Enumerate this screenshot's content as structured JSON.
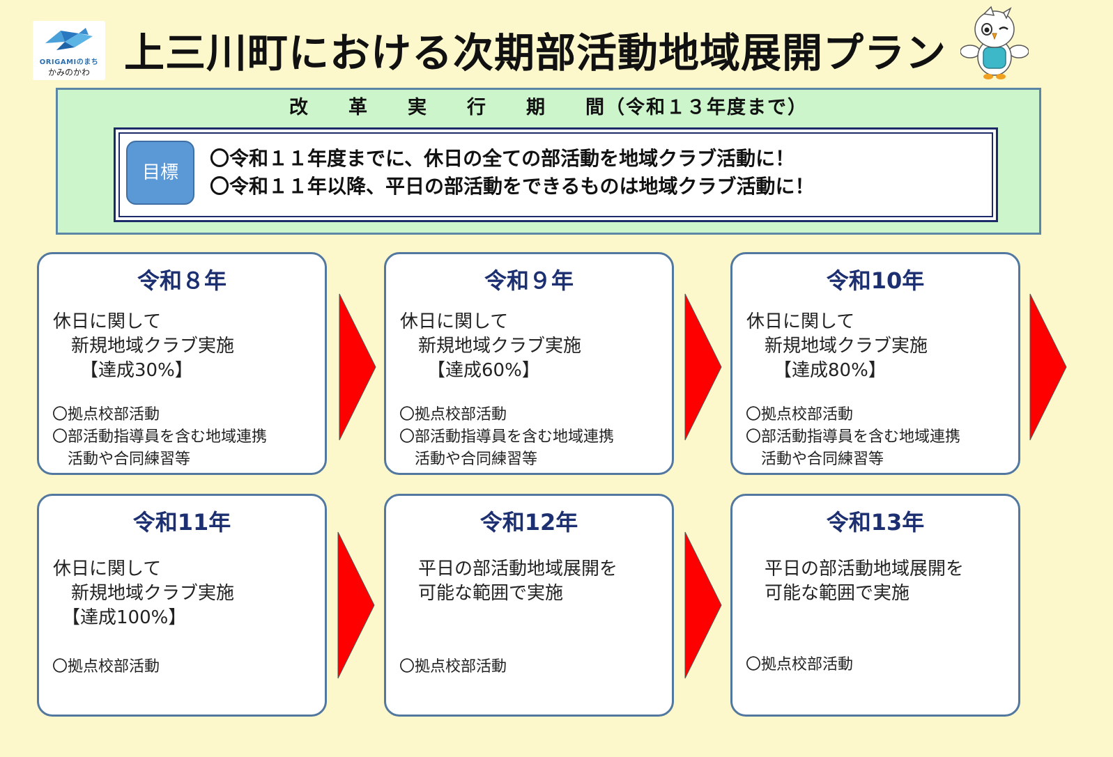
{
  "logo": {
    "line1": "ORIGAMIのまち",
    "line2": "かみのかわ"
  },
  "title": "上三川町における次期部活動地域展開プラン",
  "period": {
    "label_spaced": "改革実行期",
    "label_rest": "間（令和１３年度まで）",
    "goal_badge": "目標",
    "goals": [
      "〇令和１１年度までに、休日の全ての部活動を地域クラブ活動に！",
      "〇令和１１年以降、平日の部活動をできるものは地域クラブ活動に！"
    ]
  },
  "cards": [
    {
      "title": "令和８年",
      "body": "休日に関して\n　新規地域クラブ実施\n　　【達成30%】",
      "notes": "〇拠点校部活動\n〇部活動指導員を含む地域連携\n　活動や合同練習等"
    },
    {
      "title": "令和９年",
      "body": "休日に関して\n　新規地域クラブ実施\n　　【達成60%】",
      "notes": "〇拠点校部活動\n〇部活動指導員を含む地域連携\n　活動や合同練習等"
    },
    {
      "title": "令和10年",
      "body": "休日に関して\n　新規地域クラブ実施\n　　【達成80%】",
      "notes": "〇拠点校部活動\n〇部活動指導員を含む地域連携\n　活動や合同練習等"
    },
    {
      "title": "令和11年",
      "body": "休日に関して\n　新規地域クラブ実施\n　【達成100%】",
      "notes": "〇拠点校部活動"
    },
    {
      "title": "令和12年",
      "body": "　平日の部活動地域展開を\n　可能な範囲で実施",
      "notes": "〇拠点校部活動"
    },
    {
      "title": "令和13年",
      "body": "　平日の部活動地域展開を\n　可能な範囲で実施",
      "notes": "〇拠点校部活動"
    }
  ],
  "colors": {
    "background": "#fdf8cc",
    "period_bg": "#ccf5cc",
    "goal_badge": "#5a98d6",
    "card_title": "#1c2f70",
    "arrow": "#ff0000"
  }
}
